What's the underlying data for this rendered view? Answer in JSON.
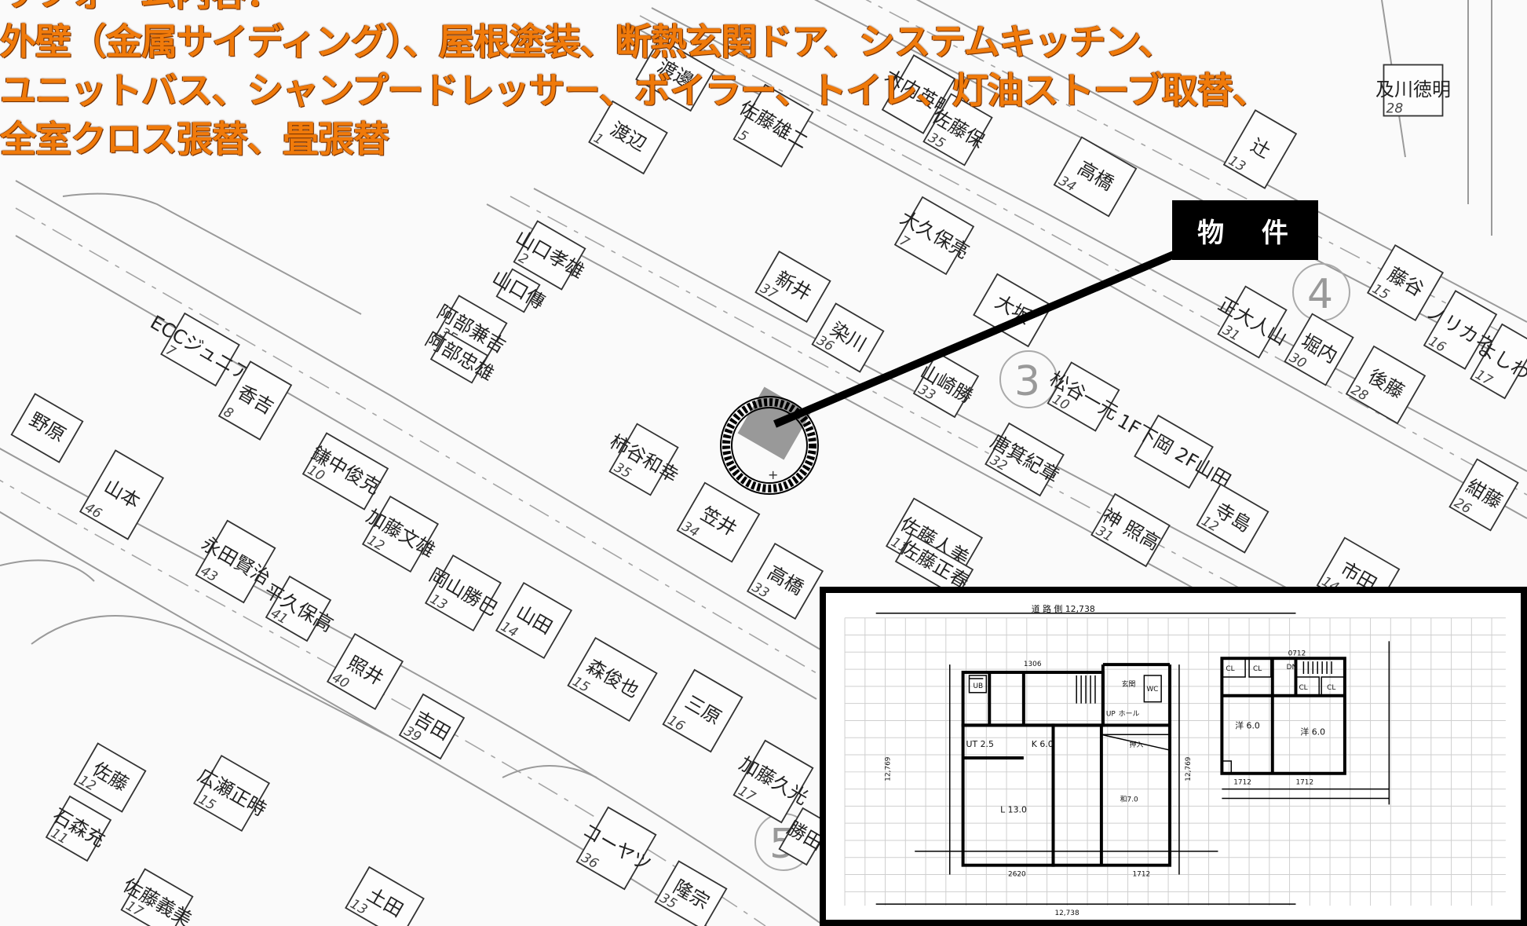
{
  "headline": {
    "line0": "リフォーム内容：",
    "line1": "外壁（金属サイディング）、屋根塗装、断熱玄関ドア、システムキッチン、",
    "line2": "ユニットバス、シャンプードレッサー、ボイラー、トイレ、灯油ストーブ取替、",
    "line3": "全室クロス張替、畳張替"
  },
  "callout": {
    "label": "物 件"
  },
  "district_numbers": [
    "3",
    "4",
    "5"
  ],
  "lots": [
    {
      "name": "渡辺",
      "num": "1"
    },
    {
      "name": "佐藤雄二",
      "num": "5"
    },
    {
      "name": "木内英明",
      "num": ""
    },
    {
      "name": "佐藤保",
      "num": "35"
    },
    {
      "name": "高橋",
      "num": "34"
    },
    {
      "name": "辻",
      "num": "13"
    },
    {
      "name": "渡邊",
      "num": ""
    },
    {
      "name": "及川徳明",
      "num": "28"
    },
    {
      "name": "山口孝雄",
      "num": "2"
    },
    {
      "name": "山口傳",
      "num": ""
    },
    {
      "name": "新井",
      "num": "37"
    },
    {
      "name": "大久保亮",
      "num": "7"
    },
    {
      "name": "染川",
      "num": "36"
    },
    {
      "name": "大坂",
      "num": ""
    },
    {
      "name": "阿部兼吉",
      "num": "3F"
    },
    {
      "name": "阿部忠雄",
      "num": ""
    },
    {
      "name": "ECCジュニア",
      "num": "7"
    },
    {
      "name": "香吉",
      "num": "8"
    },
    {
      "name": "野原",
      "num": ""
    },
    {
      "name": "山本",
      "num": "46"
    },
    {
      "name": "鎌中俊克",
      "num": "10"
    },
    {
      "name": "柿谷和幸",
      "num": "35"
    },
    {
      "name": "笠井",
      "num": "34"
    },
    {
      "name": "高橋",
      "num": "33"
    },
    {
      "name": "山崎勝",
      "num": "33"
    },
    {
      "name": "松谷一元",
      "num": "10"
    },
    {
      "name": "唐箕紀章",
      "num": "32"
    },
    {
      "name": "1F下岡 2F山田",
      "num": ""
    },
    {
      "name": "神 照高",
      "num": "31"
    },
    {
      "name": "寺島",
      "num": "12"
    },
    {
      "name": "佐藤人美",
      "num": "11"
    },
    {
      "name": "佐藤正春",
      "num": ""
    },
    {
      "name": "正大人山",
      "num": "31"
    },
    {
      "name": "堀内",
      "num": "30"
    },
    {
      "name": "後藤",
      "num": "28"
    },
    {
      "name": "藤谷",
      "num": "15"
    },
    {
      "name": "ノリカネ",
      "num": "16"
    },
    {
      "name": "よしわ",
      "num": "17"
    },
    {
      "name": "紺藤",
      "num": "26"
    },
    {
      "name": "市田",
      "num": "14"
    },
    {
      "name": "永田賢治",
      "num": "43"
    },
    {
      "name": "加藤文雄",
      "num": "12"
    },
    {
      "name": "岡山勝巳",
      "num": "13"
    },
    {
      "name": "山田",
      "num": "14"
    },
    {
      "name": "平久保高",
      "num": "41"
    },
    {
      "name": "照井",
      "num": "40"
    },
    {
      "name": "吉田",
      "num": "39"
    },
    {
      "name": "森俊也",
      "num": "15"
    },
    {
      "name": "三原",
      "num": "16"
    },
    {
      "name": "加藤久光",
      "num": "17"
    },
    {
      "name": "佐藤",
      "num": "12"
    },
    {
      "name": "石森充",
      "num": "11"
    },
    {
      "name": "広瀬正時",
      "num": "15"
    },
    {
      "name": "佐藤義美",
      "num": "17"
    },
    {
      "name": "コーヤツ",
      "num": "36"
    },
    {
      "name": "隆宗",
      "num": "35"
    },
    {
      "name": "土田",
      "num": "13"
    },
    {
      "name": "勝田",
      "num": ""
    }
  ],
  "plan": {
    "road_label": "道 路 側 12,738",
    "rooms": {
      "ub": "UB",
      "ut": "UT 2.5",
      "k": "K 6.0",
      "l": "L 13.0",
      "hall": "ホール",
      "genkan": "玄関",
      "oshiire": "押入",
      "wc": "WC",
      "yo1": "洋 6.0",
      "yo2": "洋 6.0",
      "cl1": "CL",
      "cl2": "CL",
      "cl3": "CL",
      "cl4": "CL",
      "dn": "DN",
      "up": "UP",
      "wa": "和7.0"
    },
    "dims": {
      "d1306": "1306",
      "d2620": "2620",
      "d1712a": "1712",
      "d1712b": "1712",
      "d1712c": "1712",
      "d_bottom": "12,738",
      "d_left": "12,769",
      "d_right": "12,769",
      "d0712": "0712"
    }
  }
}
